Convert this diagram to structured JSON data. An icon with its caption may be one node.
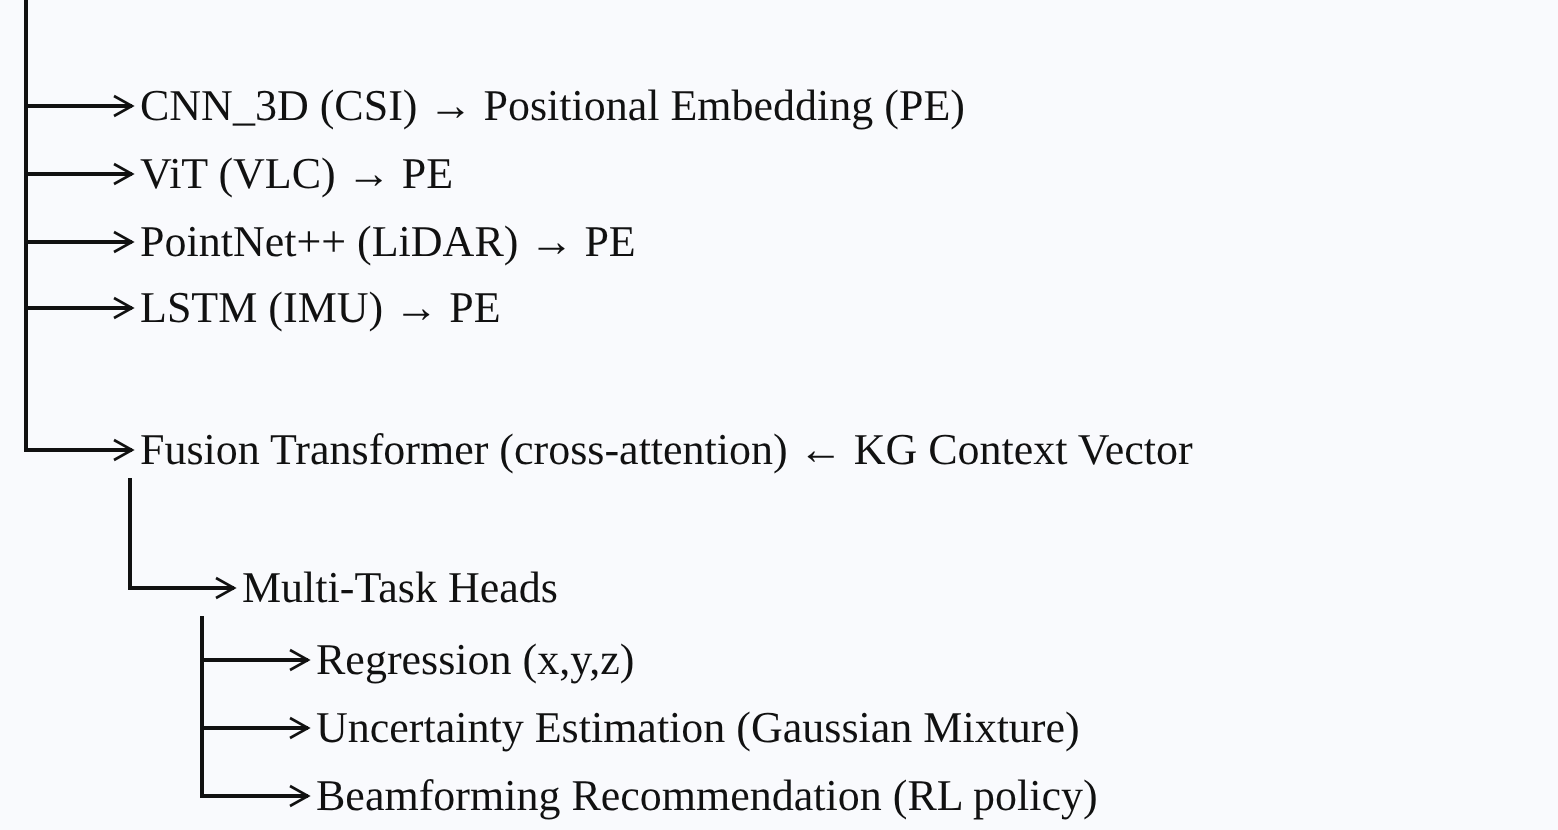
{
  "diagram": {
    "nodes": [
      {
        "text": [
          "CNN_3D (CSI) → Positional Embedding (PE)"
        ]
      },
      {
        "text": [
          "ViT (VLC) → PE"
        ]
      },
      {
        "text": [
          "PointNet++ (LiDAR) → PE"
        ]
      },
      {
        "text": [
          "LSTM (IMU) → PE"
        ]
      },
      {
        "text": [
          "Fusion Transformer (cross-attention) ← KG Context Vector"
        ]
      },
      {
        "text": [
          "Multi-Task Heads"
        ]
      },
      {
        "text": [
          "Regression (x,y,z)"
        ]
      },
      {
        "text": [
          "Uncertainty Estimation (Gaussian Mixture)"
        ]
      },
      {
        "text": [
          "Beamforming Recommendation (RL policy)"
        ]
      }
    ],
    "edges": [
      {
        "from": null,
        "to": 0,
        "arrow": "to"
      },
      {
        "from": null,
        "to": 1,
        "arrow": "to"
      },
      {
        "from": null,
        "to": 2,
        "arrow": "to"
      },
      {
        "from": null,
        "to": 3,
        "arrow": "to"
      },
      {
        "from": null,
        "to": 4,
        "arrow": "to"
      },
      {
        "from": 4,
        "to": 5,
        "arrow": "to"
      },
      {
        "from": 5,
        "to": 6,
        "arrow": "to"
      },
      {
        "from": 5,
        "to": 7,
        "arrow": "to"
      },
      {
        "from": 5,
        "to": 8,
        "arrow": "to"
      }
    ]
  }
}
